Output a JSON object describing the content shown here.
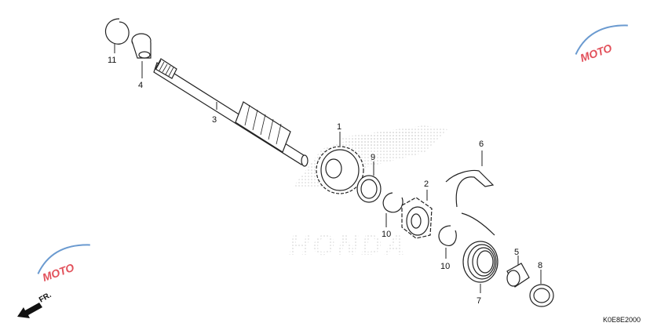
{
  "diagram": {
    "code": "K0E8E2000",
    "direction_label": "FR.",
    "callouts": {
      "p1": "1",
      "p2": "2",
      "p3": "3",
      "p4": "4",
      "p5": "5",
      "p6": "6",
      "p7": "7",
      "p8": "8",
      "p9": "9",
      "p10a": "10",
      "p10b": "10",
      "p11": "11"
    },
    "watermark_brand": "HONDA",
    "watermark_logo": "MOTO",
    "colors": {
      "line": "#222222",
      "watermark_gray": "#cfcfcf",
      "logo_red": "#e2505a",
      "logo_blue": "#6a9ad0"
    }
  }
}
